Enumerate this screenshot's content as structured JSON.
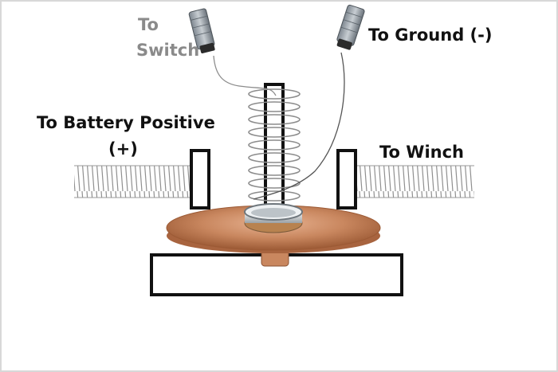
{
  "labels": {
    "switch_line1": "To",
    "switch_line2": "Switch",
    "ground": "To Ground (-)",
    "battery_line1": "To Battery Positive",
    "battery_line2": "(+)",
    "winch": "To Winch"
  },
  "colors": {
    "background": "#ffffff",
    "frame": "#111111",
    "copper": "#c9875f",
    "copper_dark": "#a8643f",
    "switch_label": "#8a8a8a",
    "thread": "#9a9a9a"
  }
}
